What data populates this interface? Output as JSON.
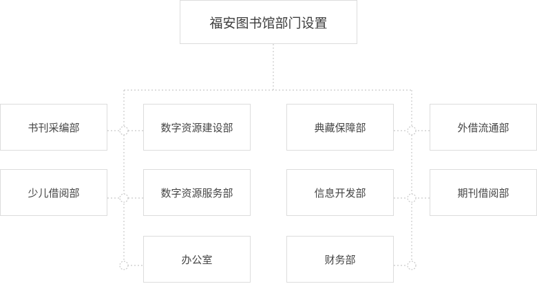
{
  "title": "福安图书馆部门设置",
  "departments": {
    "shukan_caibian": "书刊采编部",
    "shuzi_jianshe": "数字资源建设部",
    "diancang_baozhang": "典藏保障部",
    "waijie_liutong": "外借流通部",
    "shaoer_jieyue": "少儿借阅部",
    "shuzi_fuwu": "数字资源服务部",
    "xinxi_kaifa": "信息开发部",
    "qikan_jieyue": "期刊借阅部",
    "bangongshi": "办公室",
    "caiwu": "财务部"
  }
}
